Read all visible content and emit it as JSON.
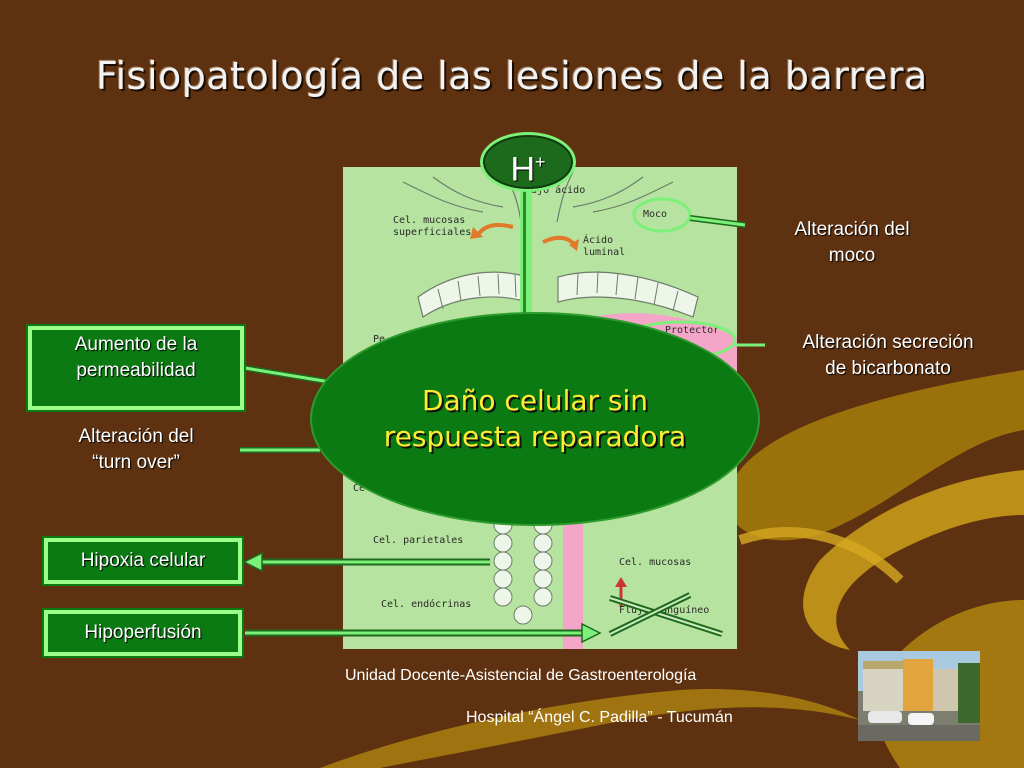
{
  "slide": {
    "title": "Fisiopatología de las lesiones de la barrera"
  },
  "badge": {
    "base": "H",
    "superscript": "+"
  },
  "center": {
    "text": "Daño celular sin\nrespuesta reparadora"
  },
  "labels": {
    "permeabilidad": "Aumento de la\npermeabilidad",
    "turn_over": "Alteración del\n“turn over”",
    "hipoxia": "Hipoxia celular",
    "hipoperfusion": "Hipoperfusión",
    "moco": "Alteración del\nmoco",
    "bicarbonato": "Alteración secreción\nde bicarbonato"
  },
  "diagram": {
    "flujo_acido": "Flujo ácido",
    "moco": "Moco",
    "cel_mucosas_superficiales": "Cel. mucosas\nsuperficiales",
    "acido_luminal": "Ácido\nluminal",
    "protector": "Protector",
    "cel_parietales": "Cel. parietales",
    "cel_mucosas": "Cel. mucosas",
    "cel_endocrinas": "Cel. endócrinas",
    "flujo_sanguineo": "Flujo sanguíneo",
    "fragment_left_1": "Pe",
    "fragment_left_2": "Ce"
  },
  "footer": {
    "line1": "Unidad Docente-Asistencial de Gastroenterología",
    "line2": "Hospital “Ángel C. Padilla” - Tucumán"
  },
  "colors": {
    "background": "#5e3210",
    "panel": "#b7e3a0",
    "green_dark": "#0b7a12",
    "green_light": "#7df07a",
    "center_text": "#ffec33",
    "swirl_gold": "#b48a10"
  }
}
